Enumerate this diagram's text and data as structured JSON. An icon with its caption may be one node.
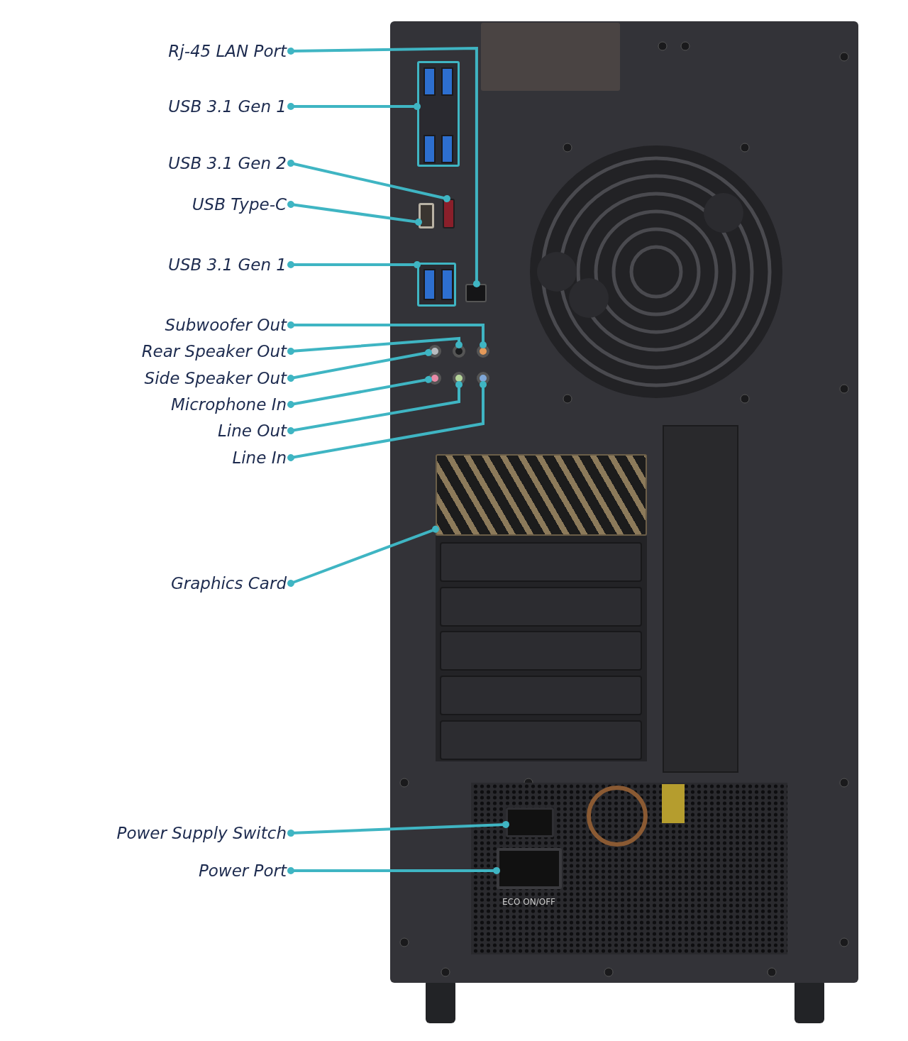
{
  "diagram": {
    "nodes": [
      {
        "text": [
          "Rj-45 LAN Port"
        ]
      },
      {
        "text": [
          "USB 3.1 Gen 1"
        ]
      },
      {
        "text": [
          "USB 3.1 Gen 2"
        ]
      },
      {
        "text": [
          "USB Type-C"
        ]
      },
      {
        "text": [
          "USB 3.1 Gen 1"
        ]
      },
      {
        "text": [
          "Subwoofer Out"
        ]
      },
      {
        "text": [
          "Rear Speaker Out"
        ]
      },
      {
        "text": [
          "Side Speaker Out"
        ]
      },
      {
        "text": [
          "Microphone In"
        ]
      },
      {
        "text": [
          "Line Out"
        ]
      },
      {
        "text": [
          "Line In"
        ]
      },
      {
        "text": [
          "Graphics Card"
        ]
      },
      {
        "text": [
          "Power Supply Switch"
        ]
      },
      {
        "text": [
          "Power Port"
        ]
      },
      {
        "text": [],
        "shape": "picture"
      },
      {
        "text": [],
        "shape": "box",
        "in": 14
      },
      {
        "text": [],
        "shape": "box",
        "in": 14
      },
      {
        "text": [],
        "shape": "box",
        "in": 14
      },
      {
        "text": [],
        "shape": "box",
        "in": 14
      },
      {
        "text": [],
        "shape": "box",
        "in": 14
      },
      {
        "text": [],
        "shape": "circle",
        "in": 14
      },
      {
        "text": [],
        "shape": "circle",
        "in": 14
      },
      {
        "text": [],
        "shape": "circle",
        "in": 14
      },
      {
        "text": [],
        "shape": "circle",
        "in": 14
      },
      {
        "text": [],
        "shape": "circle",
        "in": 14
      },
      {
        "text": [],
        "shape": "circle",
        "in": 14
      },
      {
        "text": [],
        "shape": "box",
        "in": 14
      },
      {
        "text": [],
        "shape": "box",
        "in": 14
      },
      {
        "text": [],
        "shape": "box",
        "in": 14
      }
    ],
    "edges": [
      {
        "from": 0,
        "to": 15,
        "arrow": "other"
      },
      {
        "from": 1,
        "to": 16,
        "arrow": "other"
      },
      {
        "from": 2,
        "to": 17,
        "arrow": "other"
      },
      {
        "from": 3,
        "to": 18,
        "arrow": "other"
      },
      {
        "from": 4,
        "to": 19,
        "arrow": "other"
      },
      {
        "from": 5,
        "to": 22,
        "arrow": "other"
      },
      {
        "from": 6,
        "to": 21,
        "arrow": "other"
      },
      {
        "from": 7,
        "to": 20,
        "arrow": "other"
      },
      {
        "from": 8,
        "to": 23,
        "arrow": "other"
      },
      {
        "from": 9,
        "to": 24,
        "arrow": "other"
      },
      {
        "from": 10,
        "to": 25,
        "arrow": "other"
      },
      {
        "from": 11,
        "to": 26,
        "arrow": "other"
      },
      {
        "from": 12,
        "to": 27,
        "arrow": "other"
      },
      {
        "from": 13,
        "to": 28,
        "arrow": "other"
      }
    ],
    "labels": [
      "ECO ON/OFF"
    ]
  }
}
